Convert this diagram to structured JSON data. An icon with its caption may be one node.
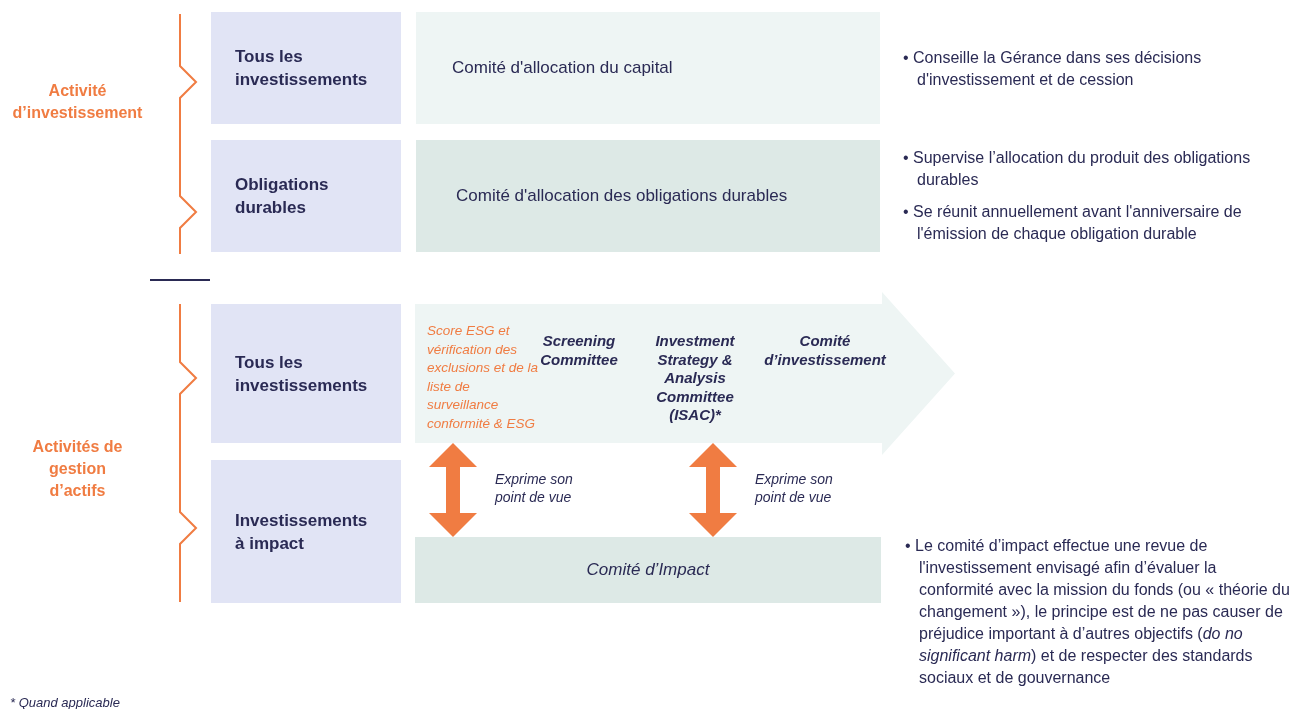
{
  "diagram": {
    "nodes": [
      {
        "text": [
          "Tous les investissements"
        ]
      },
      {
        "text": [
          "Comité d'allocation du capital"
        ],
        "beside": [
          "• Conseille la Gérance dans ses décisions d'investissement et de cession"
        ]
      },
      {
        "text": [
          "Obligations durables"
        ]
      },
      {
        "text": [
          "Comité d'allocation des obligations durables"
        ],
        "beside": [
          "• Supervise l’allocation du produit des obligations durables",
          "• Se réunit annuellement avant l'anniversaire de l'émission de chaque obligation durable"
        ]
      },
      {
        "text": [
          "Tous les investissements"
        ]
      },
      {
        "text": [],
        "shape": "arrow"
      },
      {
        "text": [
          "Score ESG et vérification des exclusions et de la liste de surveillance conformité & ESG"
        ],
        "in": 5
      },
      {
        "text": [
          "Screening Committee"
        ],
        "in": 5
      },
      {
        "text": [
          "Investment Strategy & Analysis Committee (ISAC)*"
        ],
        "in": 5
      },
      {
        "text": [
          "Comité d’investissement"
        ],
        "in": 5
      },
      {
        "text": [
          "Investissements à impact"
        ]
      },
      {
        "text": [
          "Comité d’Impact"
        ],
        "beside": [
          "• Le comité d’impact effectue une revue de l'investissement envisagé afin d’évaluer la conformité avec la mission du fonds (ou « théorie du changement »), le principe est de ne pas causer de préjudice important à d’autres objectifs (*do no significant harm*) et de respecter des standards sociaux et de gouvernance"
        ]
      }
    ],
    "edges": [
      {
        "from": 5,
        "to": 11,
        "arrow": "both",
        "label": "Exprime son point de vue"
      },
      {
        "from": 5,
        "to": 11,
        "arrow": "both",
        "label": "Exprime son point de vue"
      }
    ],
    "labels": [
      "Activité d’investissement",
      "Activités de gestion d’actifs",
      "* Quand applicable"
    ]
  }
}
